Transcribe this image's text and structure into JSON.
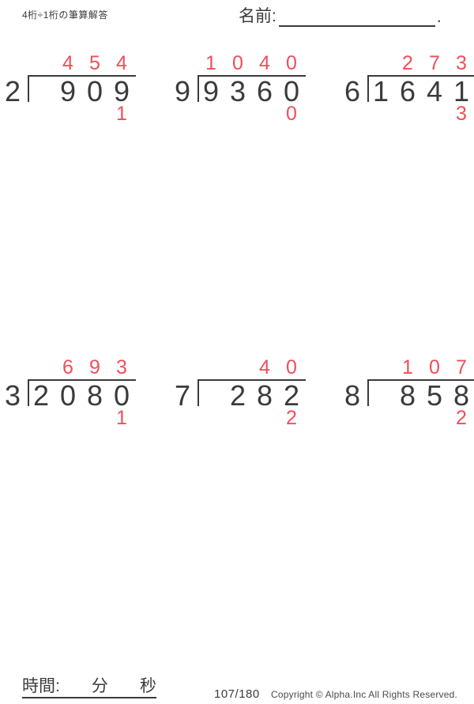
{
  "header": {
    "title": "4桁÷1桁の筆算解答",
    "name_label": "名前:",
    "name_period": "."
  },
  "problems": [
    {
      "divisor": "2",
      "quotient_digits": [
        "",
        "4",
        "5",
        "4"
      ],
      "dividend_digits": [
        "",
        "9",
        "0",
        "9"
      ],
      "remainder": "1"
    },
    {
      "divisor": "9",
      "quotient_digits": [
        "1",
        "0",
        "4",
        "0"
      ],
      "dividend_digits": [
        "9",
        "3",
        "6",
        "0"
      ],
      "remainder": "0"
    },
    {
      "divisor": "6",
      "quotient_digits": [
        "",
        "2",
        "7",
        "3"
      ],
      "dividend_digits": [
        "1",
        "6",
        "4",
        "1"
      ],
      "remainder": "3"
    },
    {
      "divisor": "3",
      "quotient_digits": [
        "",
        "6",
        "9",
        "3"
      ],
      "dividend_digits": [
        "2",
        "0",
        "8",
        "0"
      ],
      "remainder": "1"
    },
    {
      "divisor": "7",
      "quotient_digits": [
        "",
        "",
        "4",
        "0"
      ],
      "dividend_digits": [
        "",
        "2",
        "8",
        "2"
      ],
      "remainder": "2"
    },
    {
      "divisor": "8",
      "quotient_digits": [
        "",
        "1",
        "0",
        "7"
      ],
      "dividend_digits": [
        "",
        "8",
        "5",
        "8"
      ],
      "remainder": "2"
    }
  ],
  "footer": {
    "time_label": "時間:",
    "minutes_label": "分",
    "seconds_label": "秒",
    "page": "107/180",
    "copyright": "Copyright © Alpha.Inc All Rights Reserved."
  },
  "colors": {
    "answer_red": "#ef4f59",
    "ink": "#3b3b3b"
  }
}
